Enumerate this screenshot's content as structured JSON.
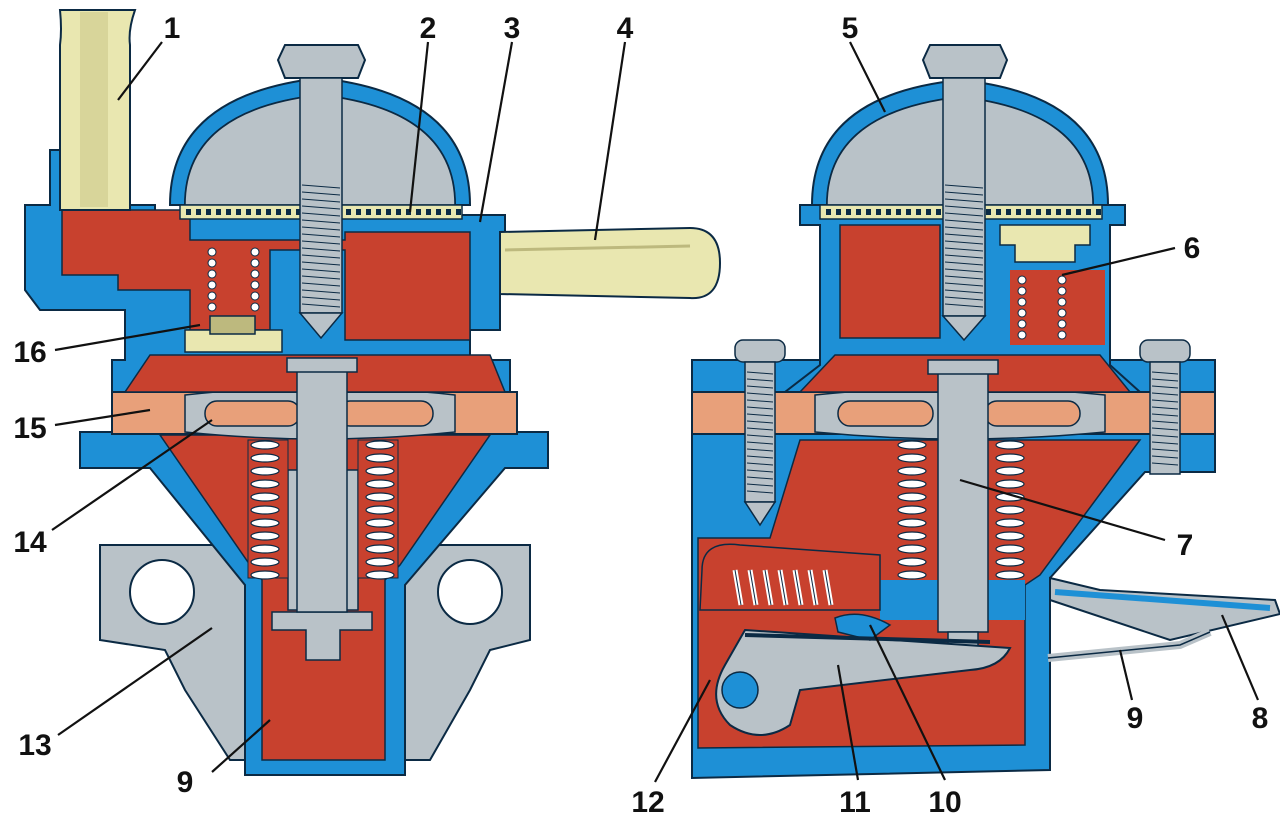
{
  "colors": {
    "housing": "#1e90d6",
    "chamber": "#c8412e",
    "chamber_dark": "#9e2d1f",
    "metal": "#b9c2c8",
    "metal_dark": "#8d979e",
    "brass": "#e9e7b0",
    "brass_dark": "#bdb97e",
    "diaphragm": "#e8a07a",
    "label": "#111111"
  },
  "callouts": [
    {
      "id": "1",
      "text": "1"
    },
    {
      "id": "2",
      "text": "2"
    },
    {
      "id": "3",
      "text": "3"
    },
    {
      "id": "4",
      "text": "4"
    },
    {
      "id": "5",
      "text": "5"
    },
    {
      "id": "6",
      "text": "6"
    },
    {
      "id": "7",
      "text": "7"
    },
    {
      "id": "8",
      "text": "8"
    },
    {
      "id": "9a",
      "text": "9"
    },
    {
      "id": "9b",
      "text": "9"
    },
    {
      "id": "10",
      "text": "10"
    },
    {
      "id": "11",
      "text": "11"
    },
    {
      "id": "12",
      "text": "12"
    },
    {
      "id": "13",
      "text": "13"
    },
    {
      "id": "14",
      "text": "14"
    },
    {
      "id": "15",
      "text": "15"
    },
    {
      "id": "16",
      "text": "16"
    }
  ]
}
